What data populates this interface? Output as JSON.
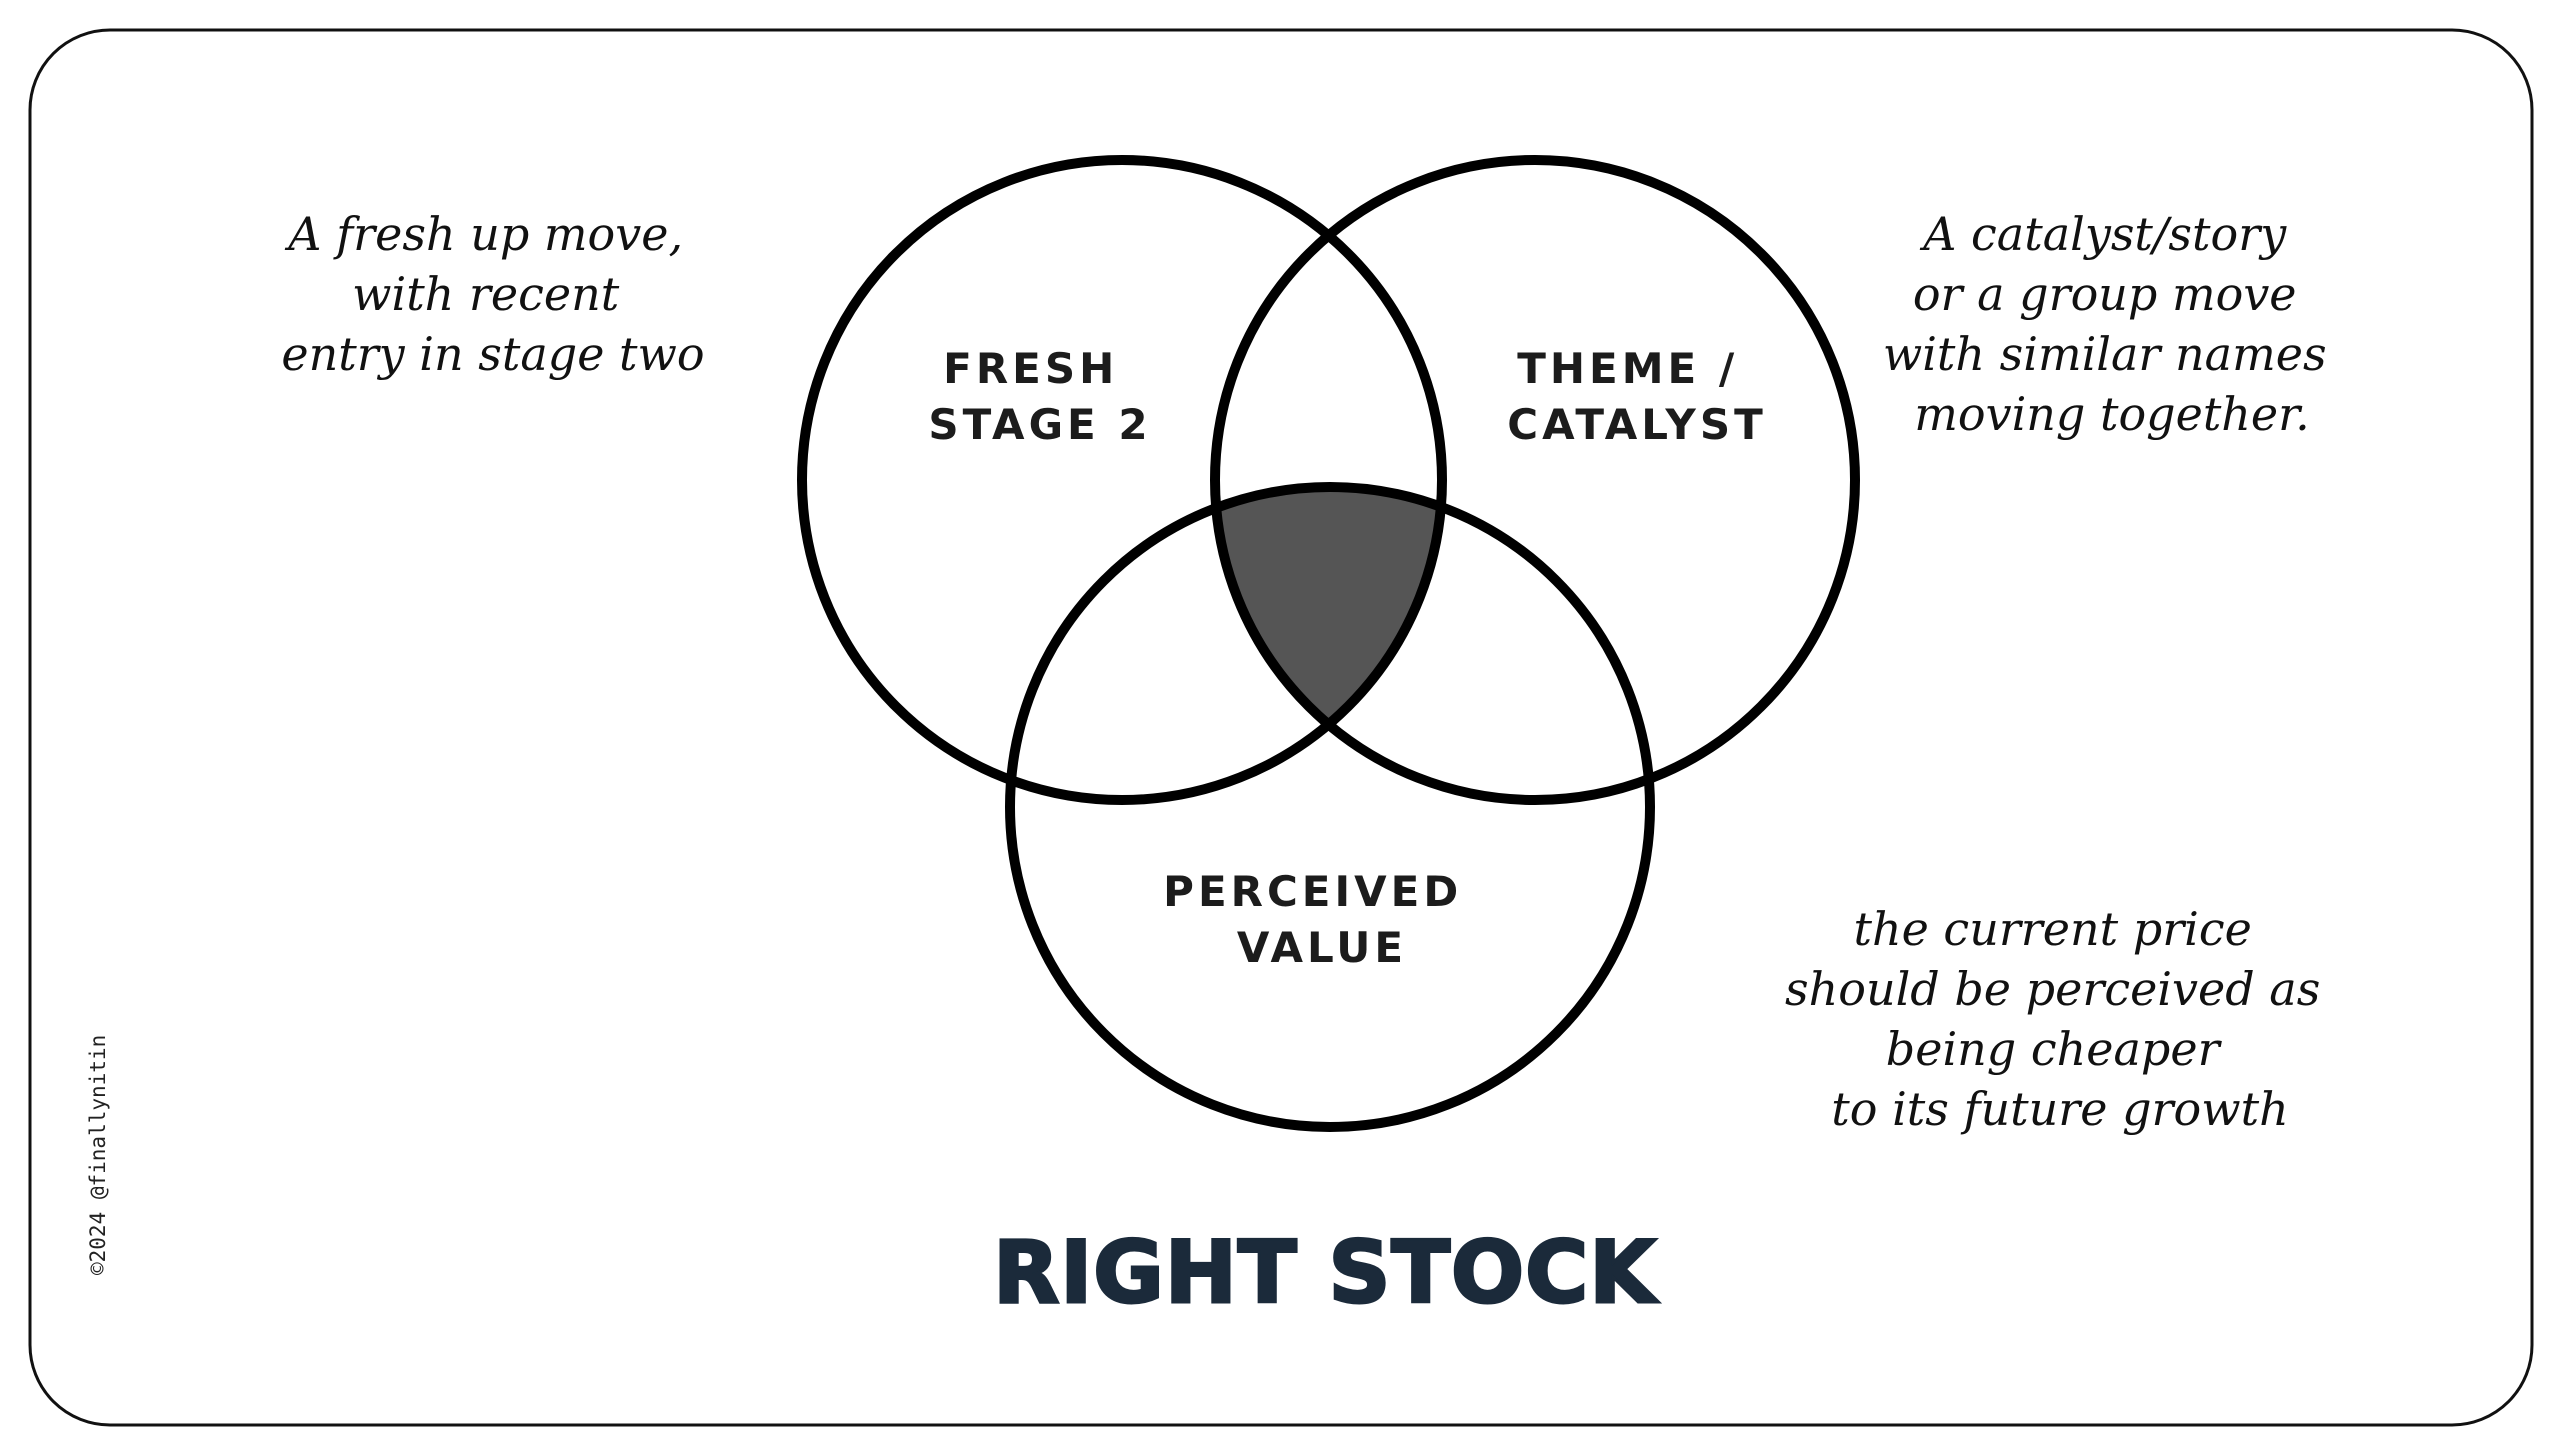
{
  "venn": {
    "sets": [
      {
        "label_lines": [
          "FRESH",
          "STAGE 2"
        ]
      },
      {
        "label_lines": [
          "THEME /",
          "CATALYST"
        ]
      },
      {
        "label_lines": [
          "PERCEIVED",
          "VALUE"
        ]
      }
    ],
    "intersection_color": "#555555",
    "stroke_color": "#000000"
  },
  "notes": {
    "fresh": [
      "A fresh up move,",
      "with recent",
      "entry in stage two"
    ],
    "theme": [
      "A catalyst/story",
      "or a group move",
      "with similar names",
      "moving together."
    ],
    "value": [
      "the current price",
      "should be perceived as",
      "being cheaper",
      "to its future growth"
    ]
  },
  "title": "RIGHT STOCK",
  "credit": "©2024 @finallynitin"
}
